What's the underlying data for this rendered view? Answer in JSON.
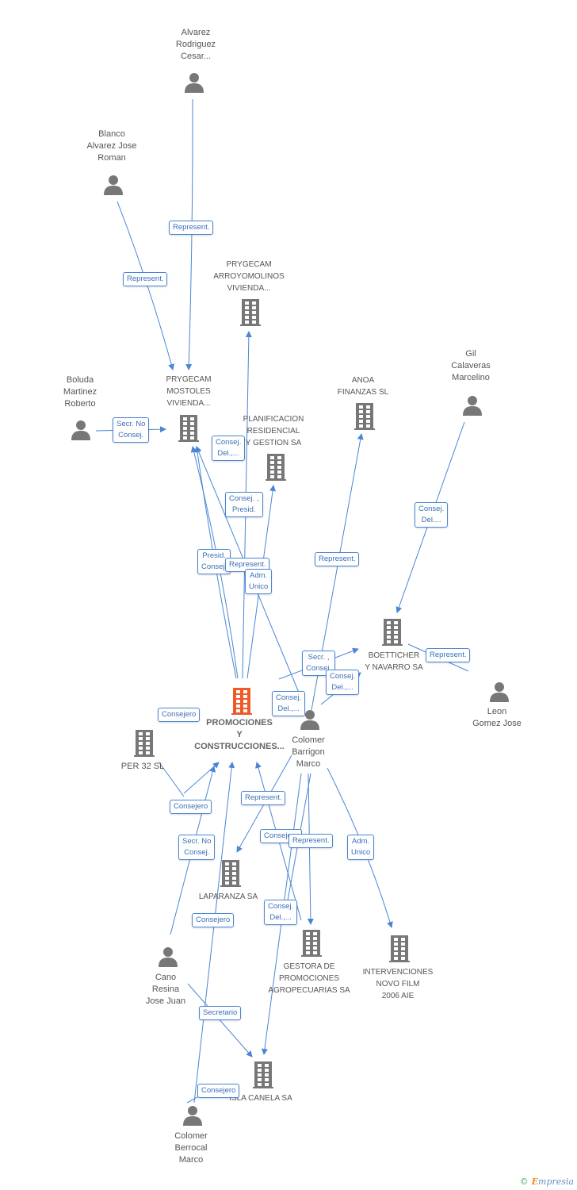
{
  "nodes": {
    "alvarez": {
      "label": "Alvarez\nRodriguez\nCesar...",
      "icon": "person-icon"
    },
    "blanco": {
      "label": "Blanco\nAlvarez Jose\nRoman",
      "icon": "person-icon"
    },
    "boluda": {
      "label": "Boluda\nMartinez\nRoberto",
      "icon": "person-icon"
    },
    "prygecam_mostoles": {
      "label": "PRYGECAM\nMOSTOLES\nVIVIENDA...",
      "icon": "building-icon"
    },
    "prygecam_arroyo": {
      "label": "PRYGECAM\nARROYOMOLINOS\nVIVIENDA...",
      "icon": "building-icon"
    },
    "planificacion": {
      "label": "PLANIFICACION\nRESIDENCIAL\nY GESTION SA",
      "icon": "building-icon"
    },
    "anoa": {
      "label": "ANOA\nFINANZAS SL",
      "icon": "building-icon"
    },
    "gil": {
      "label": "Gil\nCalaveras\nMarcelino",
      "icon": "person-icon"
    },
    "boetticher": {
      "label": "BOETTICHER\nY NAVARRO SA",
      "icon": "building-icon"
    },
    "leon": {
      "label": "Leon\nGomez Jose",
      "icon": "person-icon"
    },
    "promociones": {
      "label": "PROMOCIONES\nY\nCONSTRUCCIONES...",
      "icon": "building-icon-highlight"
    },
    "colomer_barrigon": {
      "label": "Colomer\nBarrigon\nMarco",
      "icon": "person-icon"
    },
    "per32": {
      "label": "PER 32 SL",
      "icon": "building-icon"
    },
    "laparanza": {
      "label": "LAPARANZA SA",
      "icon": "building-icon"
    },
    "gestora": {
      "label": "GESTORA DE\nPROMOCIONES\nAGROPECUARIAS SA",
      "icon": "building-icon"
    },
    "intervenciones": {
      "label": "INTERVENCIONES\nNOVO FILM\n2006 AIE",
      "icon": "building-icon"
    },
    "cano": {
      "label": "Cano\nResina\nJose Juan",
      "icon": "person-icon"
    },
    "isla_canela": {
      "label": "ISLA CANELA SA",
      "icon": "building-icon"
    },
    "colomer_berrocal": {
      "label": "Colomer\nBerrocal\nMarco",
      "icon": "person-icon"
    }
  },
  "edge_labels": [
    "Represent.",
    "Represent.",
    "Secr.  No\nConsej.",
    "Consej.\nDel.,...",
    "Consej. ,\nPresid.",
    "Presid.\nConsej.",
    "Represent.",
    "Adm.\nUnico",
    "Represent.",
    "Consej.\nDel....",
    "Secr. ,\nConsej.",
    "Consej.\nDel.,...",
    "Represent.",
    "Consej.\nDel.,...",
    "Consejero",
    "Consejero",
    "Represent.",
    "Secr.  No\nConsej.",
    "Consejero",
    "Represent.",
    "Adm.\nUnico",
    "Consejero",
    "Consej.\nDel.,...",
    "Secretario",
    "Consejero"
  ],
  "footer": {
    "copyright": "©",
    "brand_e": "E",
    "brand_rest": "mpresia"
  },
  "colors": {
    "edge": "#4a86d4",
    "node_icon": "#777777",
    "highlight": "#f05a28"
  }
}
